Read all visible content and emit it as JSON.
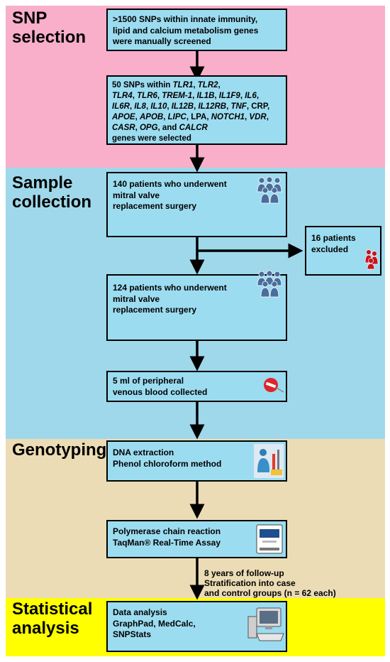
{
  "sections": {
    "snp": [
      "SNP",
      "selection"
    ],
    "sample": [
      "Sample",
      "collection"
    ],
    "genotyping": "Genotyping",
    "statistical": [
      "Statistical",
      "analysis"
    ]
  },
  "boxes": {
    "screening": [
      ">1500 SNPs within innate immunity,",
      "lipid and calcium metabolism genes",
      "were manually screened"
    ],
    "selected": {
      "intro": "50 SNPs within ",
      "genes": [
        "TLR1",
        "TLR2",
        "TLR4",
        "TLR6",
        "TREM-1",
        "IL1B",
        "IL1F9",
        "IL6",
        "IL6R",
        "IL8",
        "IL10",
        "IL12B",
        "IL12RB",
        "TNF",
        "CRP",
        "APOE",
        "APOB",
        "LIPC",
        "LPA",
        "NOTCH1",
        "VDR",
        "CASR",
        "OPG",
        "CALCR"
      ],
      "outro": "genes were selected"
    },
    "patients140": [
      "140 patients who underwent",
      "mitral valve",
      "replacement surgery"
    ],
    "excluded": [
      "16 patients",
      "excluded"
    ],
    "patients124": [
      "124 patients who underwent",
      "mitral valve",
      "replacement surgery"
    ],
    "blood": [
      "5 ml of peripheral",
      "venous blood collected"
    ],
    "dna": [
      "DNA extraction",
      "Phenol chloroform method"
    ],
    "pcr": [
      "Polymerase chain reaction",
      "TaqMan® Real-Time Assay"
    ],
    "analysis": [
      "Data analysis",
      "GraphPad, MedCalc,",
      "SNPStats"
    ]
  },
  "followup": [
    "8 years of follow-up",
    "Stratification into case",
    "and control groups (n = 62 each)"
  ],
  "colors": {
    "snp_band": "#f9aec9",
    "sample_band": "#9fd8ea",
    "genotyping_band": "#ecdcb5",
    "statistical_band": "#ffff00",
    "box_fill": "#9cdcf0"
  },
  "icons": [
    "people-group-icon",
    "excluded-people-icon",
    "syringe-prohibited-icon",
    "lab-technician-icon",
    "pcr-instrument-icon",
    "computer-icon"
  ]
}
